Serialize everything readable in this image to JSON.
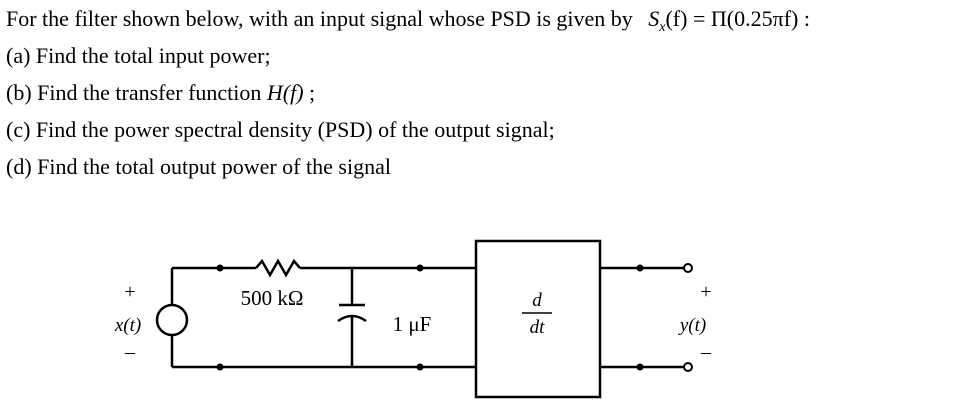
{
  "problem": {
    "intro": "For the filter shown below, with an input signal whose PSD is given by",
    "psd_symbol": "S",
    "psd_subscript": "x",
    "psd_expression": "(f) = Π(0.25πf) :",
    "parts": [
      {
        "label": "(a)",
        "text": "Find the total input power;"
      },
      {
        "label": "(b)",
        "text": "Find the transfer function"
      },
      {
        "label": "(c)",
        "text": "Find the power spectral density (PSD) of the output signal;"
      },
      {
        "label": "(d)",
        "text": "Find the total output power of the signal"
      }
    ],
    "part_b_symbol": "H(f)",
    "part_b_end": " ;"
  },
  "circuit": {
    "input_plus": "+",
    "input_minus": "–",
    "input_label": "x(t)",
    "resistor_label": "500 kΩ",
    "capacitor_label": "1 μF",
    "block_numerator": "d",
    "block_denominator": "dt",
    "output_plus": "+",
    "output_minus": "–",
    "output_label": "y(t)"
  }
}
